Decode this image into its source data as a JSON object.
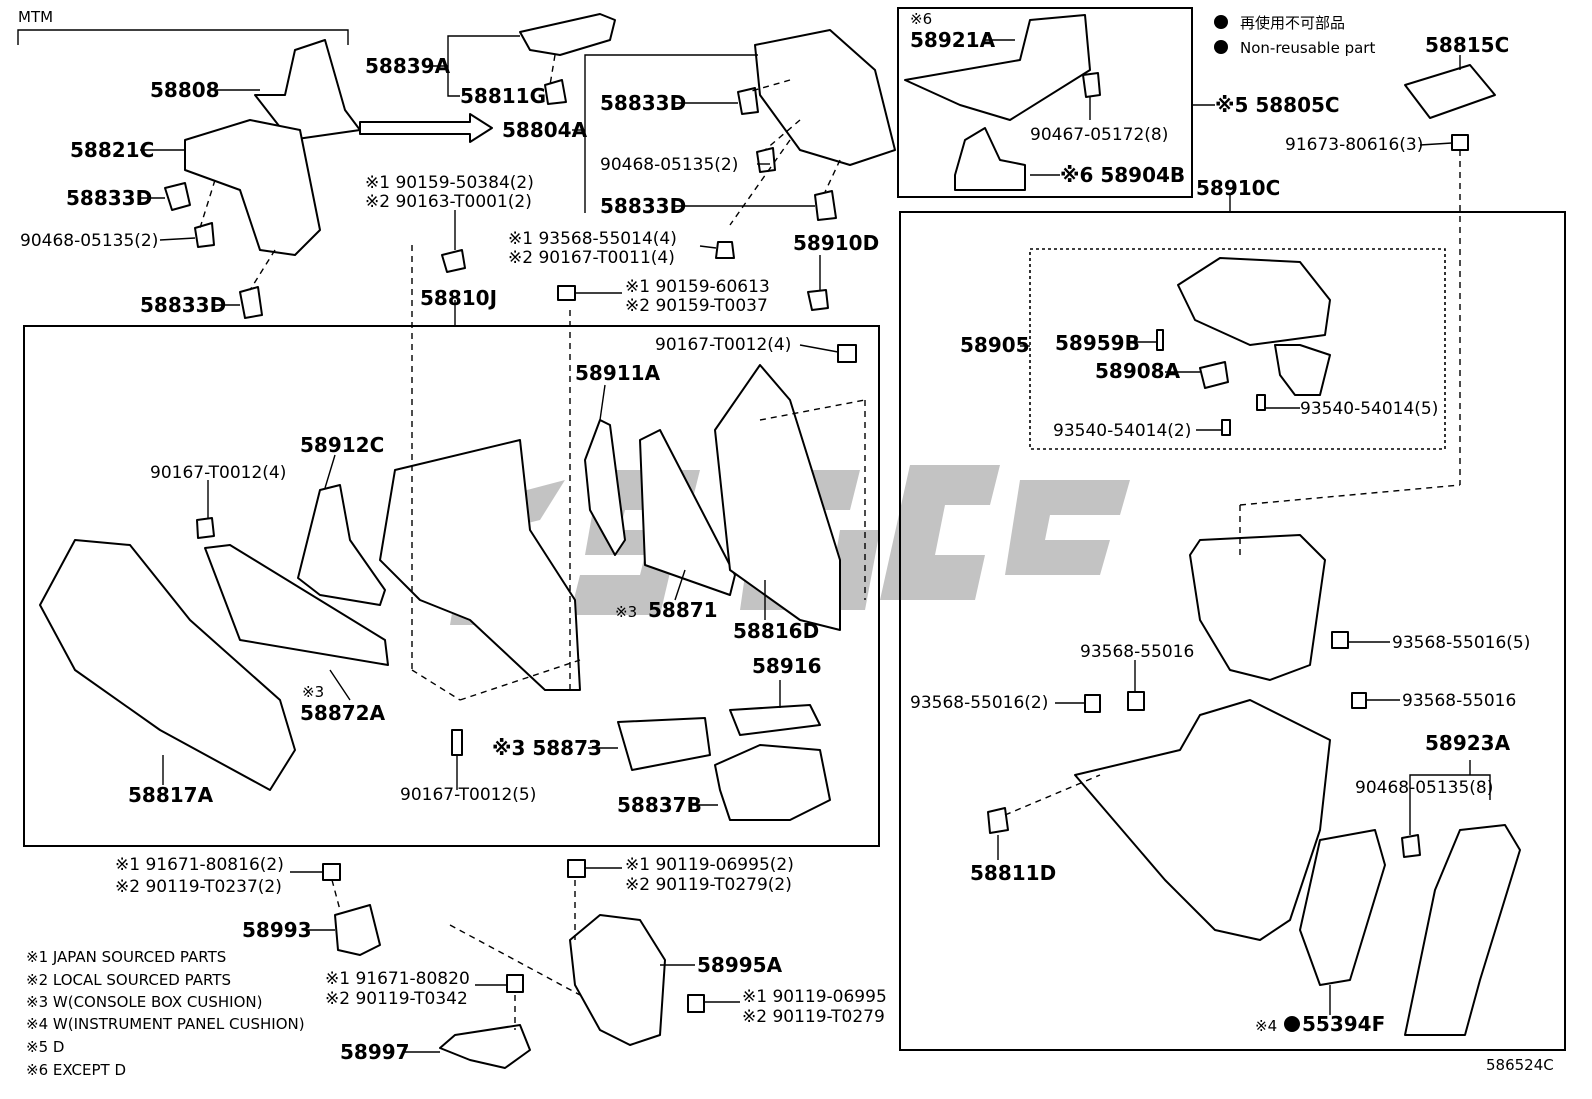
{
  "header": {
    "model_tag": "MTM"
  },
  "legend": {
    "non_reusable_jp": "再使用不可部品",
    "non_reusable_en": "Non-reusable part"
  },
  "notes": [
    "※1 JAPAN SOURCED PARTS",
    "※2 LOCAL SOURCED PARTS",
    "※3 W(CONSOLE BOX CUSHION)",
    "※4 W(INSTRUMENT PANEL CUSHION)",
    "※5 D",
    "※6 EXCEPT D"
  ],
  "figure_id": "586524C",
  "labels": {
    "p58808": "58808",
    "p58821C": "58821C",
    "p58833D_a": "58833D",
    "p90468_a": "90468-05135(2)",
    "p58833D_b": "58833D",
    "p58839A": "58839A",
    "p58811G": "58811G",
    "p58804A": "58804A",
    "p58833D_c": "58833D",
    "p90468_b": "90468-05135(2)",
    "p58833D_d": "58833D",
    "p90159_50384": "※1 90159-50384(2)",
    "p90163_T0001": "※2 90163-T0001(2)",
    "p93568_55014": "※1 93568-55014(4)",
    "p90167_T0011": "※2 90167-T0011(4)",
    "p58910D": "58910D",
    "p58810J": "58810J",
    "p90159_60613": "※1 90159-60613",
    "p90159_T0037": "※2 90159-T0037",
    "p90167_T0012_top": "90167-T0012(4)",
    "p58911A": "58911A",
    "p58912C": "58912C",
    "p90167_T0012_left": "90167-T0012(4)",
    "p58871": "58871",
    "p58871_mark": "※3",
    "p58816D": "58816D",
    "p58916": "58916",
    "p58872A_mark": "※3",
    "p58872A": "58872A",
    "p58873": "※3 58873",
    "p58817A": "58817A",
    "p90167_T0012_bot": "90167-T0012(5)",
    "p58837B": "58837B",
    "p58921A_mark": "※6",
    "p58921A": "58921A",
    "p90467_05172": "90467-05172(8)",
    "p58805C": "※5 58805C",
    "p58904B": "※6 58904B",
    "p58815C": "58815C",
    "p91673_80616": "91673-80616(3)",
    "p58910C": "58910C",
    "p58905": "58905",
    "p58959B": "58959B",
    "p58908A": "58908A",
    "p93540_54014_5": "93540-54014(5)",
    "p93540_54014_2": "93540-54014(2)",
    "p93568_55016_5": "93568-55016(5)",
    "p93568_55016": "93568-55016",
    "p93568_55016_2": "93568-55016(2)",
    "p93568_55016_r": "93568-55016",
    "p58923A": "58923A",
    "p90468_05135_8": "90468-05135(8)",
    "p58811D": "58811D",
    "p55394F": "55394F",
    "p55394F_mark": "※4",
    "p91671_80816": "※1 91671-80816(2)",
    "p90119_T0237": "※2 90119-T0237(2)",
    "p58993": "58993",
    "p90119_06995_2": "※1 90119-06995(2)",
    "p90119_T0279_2": "※2 90119-T0279(2)",
    "p58995A": "58995A",
    "p91671_80820": "※1 91671-80820",
    "p90119_T0342": "※2 90119-T0342",
    "p90119_06995": "※1 90119-06995",
    "p90119_T0279": "※2 90119-T0279",
    "p58997": "58997"
  }
}
